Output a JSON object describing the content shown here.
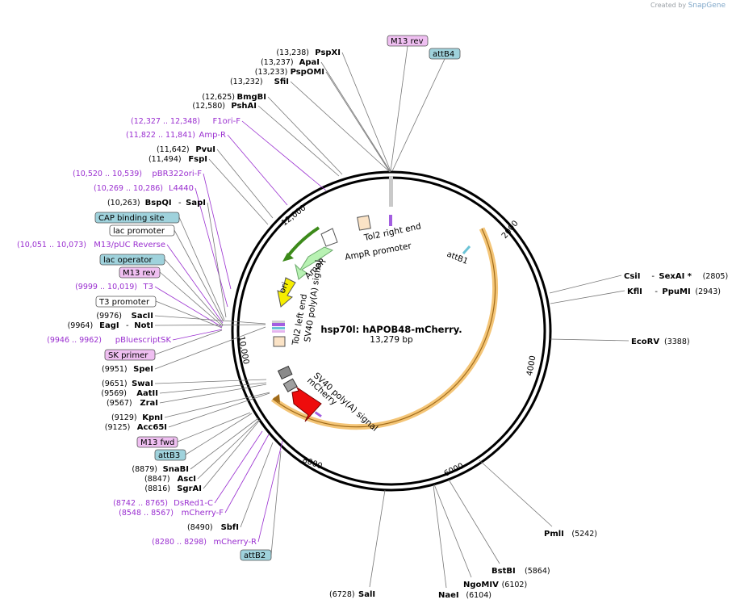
{
  "credit": {
    "prefix": "Created by",
    "brand": "SnapGene"
  },
  "map": {
    "name": "hsp70l: hAPOB48-mCherry.",
    "length": "13,279 bp",
    "ticks": [
      "2000",
      "4000",
      "6000",
      "8000",
      "10,000",
      "12,000"
    ]
  },
  "left_labels": [
    {
      "pos": "(13,238)",
      "name": "PspXI",
      "type": "enzyme"
    },
    {
      "pos": "(13,237)",
      "name": "ApaI",
      "type": "enzyme"
    },
    {
      "pos": "(13,233)",
      "name": "PspOMI",
      "type": "enzyme"
    },
    {
      "pos": "(13,232)",
      "name": "SfiI",
      "type": "enzyme"
    },
    {
      "pos": "(12,625)",
      "name": "BmgBI",
      "type": "enzyme"
    },
    {
      "pos": "(12,580)",
      "name": "PshAI",
      "type": "enzyme"
    },
    {
      "pos": "(12,327 .. 12,348)",
      "name": "F1ori-F",
      "type": "primer"
    },
    {
      "pos": "(11,822 .. 11,841)",
      "name": "Amp-R",
      "type": "primer"
    },
    {
      "pos": "(11,642)",
      "name": "PvuI",
      "type": "enzyme"
    },
    {
      "pos": "(11,494)",
      "name": "FspI",
      "type": "enzyme"
    },
    {
      "pos": "(10,520 .. 10,539)",
      "name": "pBR322ori-F",
      "type": "primer"
    },
    {
      "pos": "(10,269 .. 10,286)",
      "name": "L4440",
      "type": "primer"
    },
    {
      "pos": "(10,263)",
      "name": "BspQI",
      "name2": "SapI",
      "type": "enzyme2"
    },
    {
      "name": "CAP binding site",
      "type": "box_teal"
    },
    {
      "name": "lac promoter",
      "type": "box_white"
    },
    {
      "pos": "(10,051 .. 10,073)",
      "name": "M13/pUC Reverse",
      "type": "primer"
    },
    {
      "name": "lac operator",
      "type": "box_teal"
    },
    {
      "name": "M13 rev",
      "type": "box_pink"
    },
    {
      "pos": "(9999 .. 10,019)",
      "name": "T3",
      "type": "primer"
    },
    {
      "name": "T3 promoter",
      "type": "box_white"
    },
    {
      "pos": "(9976)",
      "name": "SacII",
      "type": "enzyme"
    },
    {
      "pos": "(9964)",
      "name": "EagI",
      "name2": "NotI",
      "type": "enzyme2"
    },
    {
      "pos": "(9946 .. 9962)",
      "name": "pBluescriptSK",
      "type": "primer"
    },
    {
      "name": "SK primer",
      "type": "box_pink"
    },
    {
      "pos": "(9951)",
      "name": "SpeI",
      "type": "enzyme"
    },
    {
      "pos": "(9651)",
      "name": "SwaI",
      "type": "enzyme"
    },
    {
      "pos": "(9569)",
      "name": "AatII",
      "type": "enzyme"
    },
    {
      "pos": "(9567)",
      "name": "ZraI",
      "type": "enzyme"
    },
    {
      "pos": "(9129)",
      "name": "KpnI",
      "type": "enzyme"
    },
    {
      "pos": "(9125)",
      "name": "Acc65I",
      "type": "enzyme"
    },
    {
      "name": "M13 fwd",
      "type": "box_pink"
    },
    {
      "name": "attB3",
      "type": "box_teal"
    },
    {
      "pos": "(8879)",
      "name": "SnaBI",
      "type": "enzyme"
    },
    {
      "pos": "(8847)",
      "name": "AscI",
      "type": "enzyme"
    },
    {
      "pos": "(8816)",
      "name": "SgrAI",
      "type": "enzyme"
    },
    {
      "pos": "(8742 .. 8765)",
      "name": "DsRed1-C",
      "type": "primer"
    },
    {
      "pos": "(8548 .. 8567)",
      "name": "mCherry-F",
      "type": "primer"
    },
    {
      "pos": "(8490)",
      "name": "SbfI",
      "type": "enzyme"
    },
    {
      "pos": "(8280 .. 8298)",
      "name": "mCherry-R",
      "type": "primer"
    },
    {
      "name": "attB2",
      "type": "box_teal"
    }
  ],
  "top_labels": [
    {
      "name": "M13 rev",
      "type": "box_pink"
    },
    {
      "name": "attB4",
      "type": "box_teal"
    }
  ],
  "right_labels": [
    {
      "name": "CsiI",
      "name2": "SexAI *",
      "pos": "(2805)"
    },
    {
      "name": "KflI",
      "name2": "PpuMI",
      "pos": "(2943)"
    },
    {
      "name": "EcoRV",
      "pos": "(3388)"
    },
    {
      "name": "PmlI",
      "pos": "(5242)"
    },
    {
      "name": "BstBI",
      "pos": "(5864)"
    },
    {
      "name": "NgoMIV",
      "pos": "(6102)"
    },
    {
      "name": "NaeI",
      "pos": "(6104)"
    },
    {
      "name": "SalI",
      "pos": "(6728)"
    }
  ],
  "features": {
    "tol2_right": "Tol2 right end",
    "ampr_promoter": "AmpR promoter",
    "ampr": "AmpR",
    "ori": "ori",
    "tol2_left": "Tol2 left end",
    "sv40_a": "SV40 poly(A) signal",
    "sv40_b": "SV40 poly(A) signal",
    "mcherry": "mCherry",
    "attb1": "attB1"
  },
  "colors": {
    "primer": "#9a2fd0",
    "teal_box": "#9fd2dc",
    "pink_box": "#efbff1",
    "orange_arc": "#f0b24a",
    "ampr_dark": "#3c8a1a",
    "ampr_light": "#b8f2b3",
    "ori": "#f6ee00",
    "mcherry": "#ee0c0c"
  }
}
